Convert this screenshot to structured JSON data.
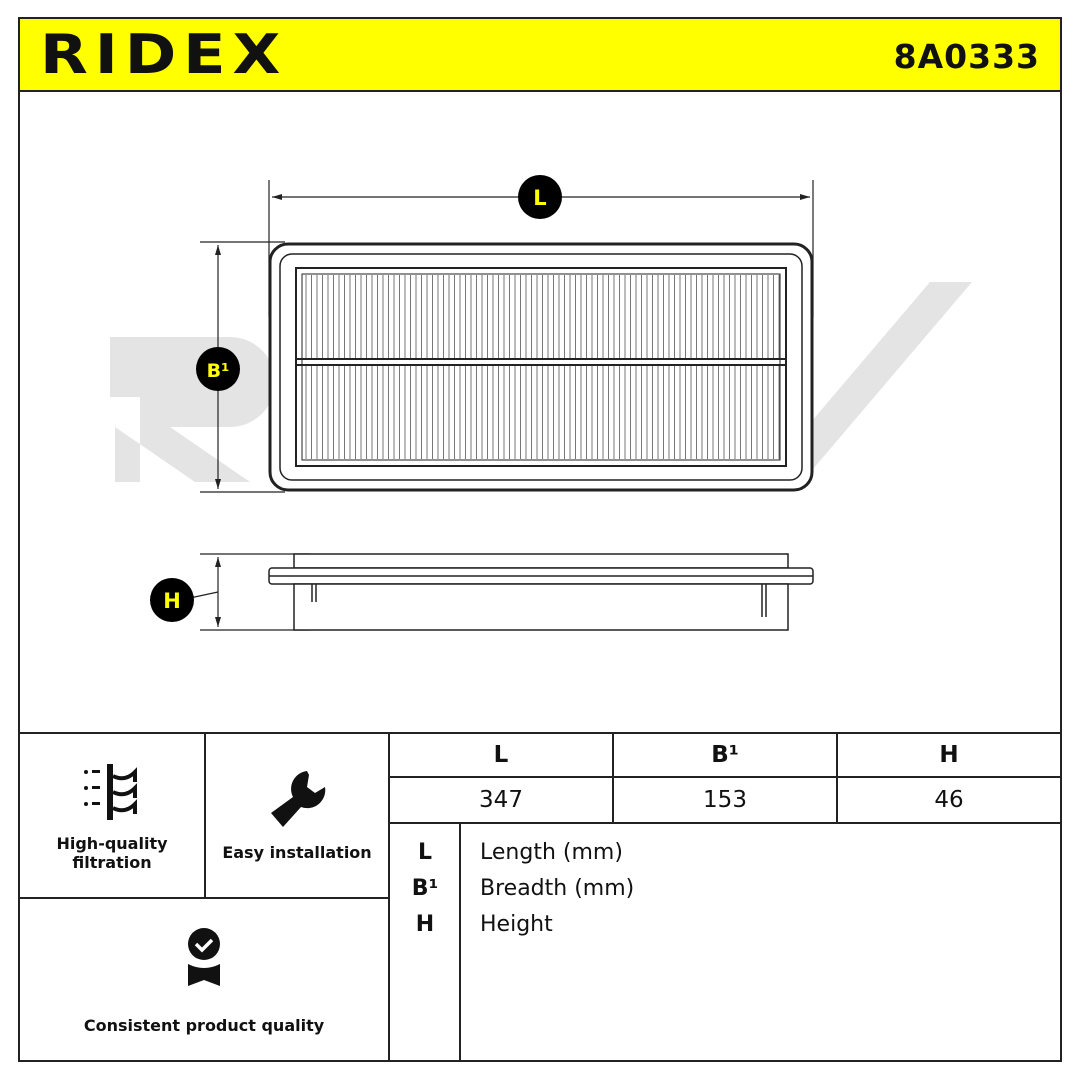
{
  "header": {
    "brand": "RIDEX",
    "part_number": "8A0333",
    "background": "#ffff00"
  },
  "diagram": {
    "watermark": "RIDEX",
    "labels": {
      "length": "L",
      "breadth": "B¹",
      "height": "H"
    }
  },
  "features": [
    {
      "label": "High-quality filtration",
      "icon": "filtration-icon"
    },
    {
      "label": "Easy installation",
      "icon": "wrench-icon"
    },
    {
      "label": "Consistent product quality",
      "icon": "quality-badge-icon"
    }
  ],
  "dimensions": {
    "headers": [
      "L",
      "B¹",
      "H"
    ],
    "values": [
      "347",
      "153",
      "46"
    ]
  },
  "legend": [
    {
      "key": "L",
      "value": "Length (mm)"
    },
    {
      "key": "B¹",
      "value": "Breadth (mm)"
    },
    {
      "key": "H",
      "value": "Height"
    }
  ]
}
